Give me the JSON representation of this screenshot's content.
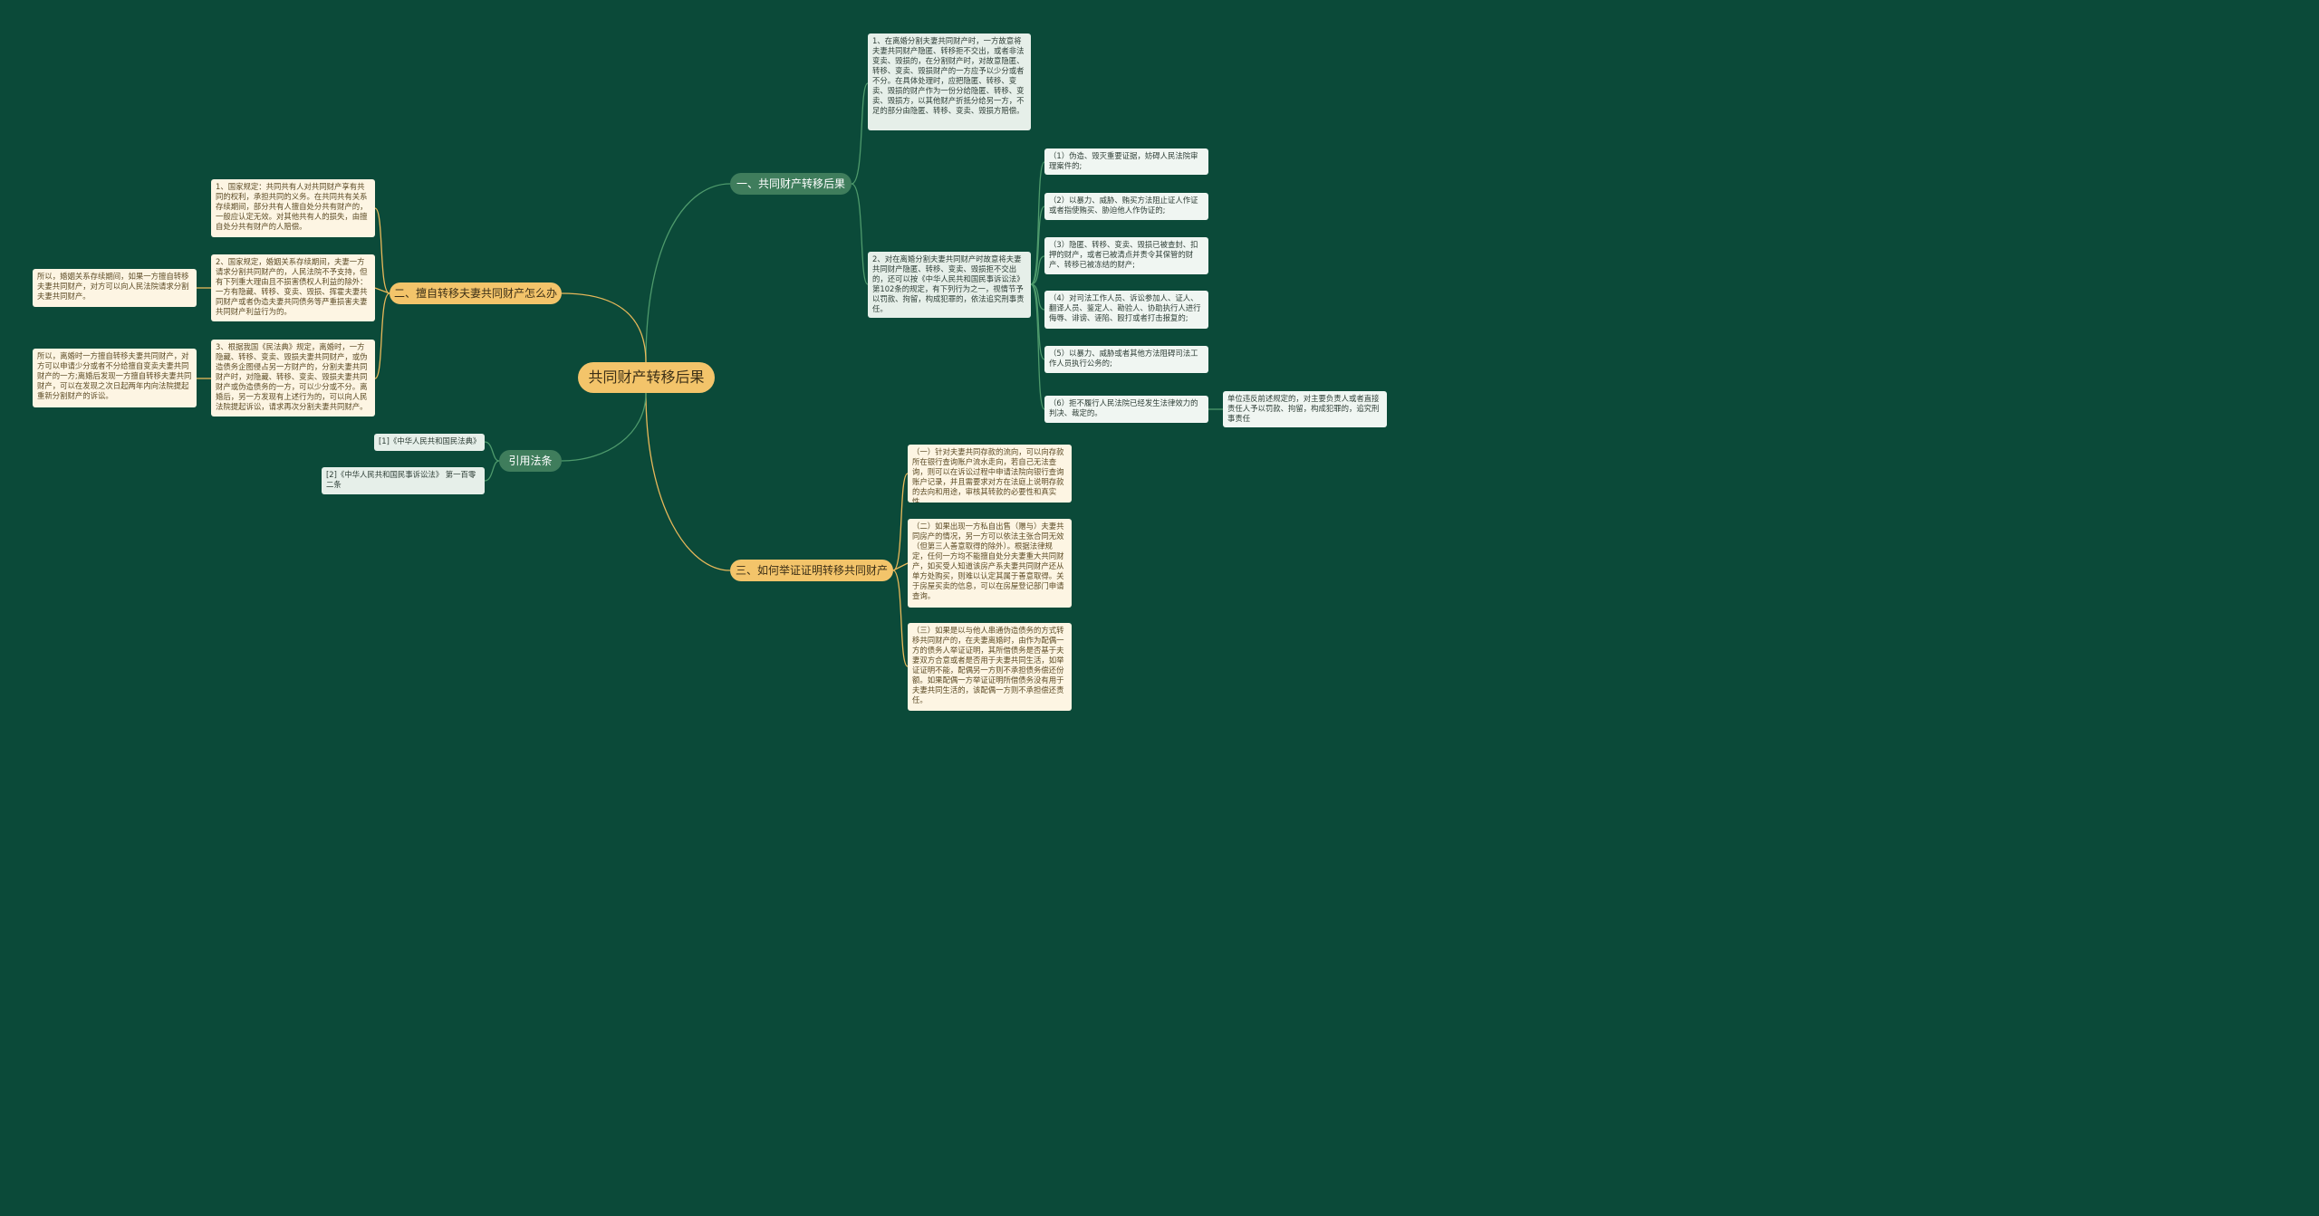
{
  "root": {
    "label": "共同财产转移后果"
  },
  "branches": {
    "b1": {
      "label": "一、共同财产转移后果"
    },
    "b2": {
      "label": "二、擅自转移夫妻共同财产怎么办"
    },
    "b3": {
      "label": "三、如何举证证明转移共同财产"
    },
    "b4": {
      "label": "引用法条"
    }
  },
  "leaves": {
    "b1_1": "1、在离婚分割夫妻共同财产时，一方故意将夫妻共同财产隐匿、转移拒不交出，或者非法变卖、毁损的，在分割财产时，对故意隐匿、转移、变卖、毁损财产的一方应予以少分或者不分。在具体处理时，应把隐匿、转移、变卖、毁损的财产作为一份分给隐匿、转移、变卖、毁损方，以其他财产折抵分给另一方，不足的部分由隐匿、转移、变卖、毁损方赔偿。",
    "b1_2": "2、对在离婚分割夫妻共同财产时故意将夫妻共同财产隐匿、转移、变卖、毁损拒不交出的，还可以按《中华人民共和国民事诉讼法》第102条的规定，有下列行为之一，视情节予以罚款、拘留，构成犯罪的，依法追究刑事责任。",
    "b1_2_1": "（1）伪造、毁灭重要证据，妨碍人民法院审理案件的;",
    "b1_2_2": "（2）以暴力、威胁、贿买方法阻止证人作证或者指使贿买、胁迫他人作伪证的;",
    "b1_2_3": "（3）隐匿、转移、变卖、毁损已被查封、扣押的财产，或者已被清点并责令其保管的财产、转移已被冻结的财产;",
    "b1_2_4": "（4）对司法工作人员、诉讼参加人、证人、翻译人员、鉴定人、勘验人、协助执行人进行侮辱、诽谤、诬陷、殴打或者打击报复的;",
    "b1_2_5": "（5）以暴力、威胁或者其他方法阻碍司法工作人员执行公务的;",
    "b1_2_6": "（6）拒不履行人民法院已经发生法律效力的判决、裁定的。",
    "b1_2_6_1": "单位违反前述规定的，对主要负责人或者直接责任人予以罚款、拘留，构成犯罪的，追究刑事责任",
    "b2_1": "1、国家规定：共同共有人对共同财产享有共同的权利，承担共同的义务。在共同共有关系存续期间，部分共有人擅自处分共有财产的，一般应认定无效。对其他共有人的损失，由擅自处分共有财产的人赔偿。",
    "b2_2": "2、国家规定，婚姻关系存续期间，夫妻一方请求分割共同财产的，人民法院不予支持，但有下列重大理由且不损害债权人利益的除外：一方有隐藏、转移、变卖、毁损、挥霍夫妻共同财产或者伪造夫妻共同债务等严重损害夫妻共同财产利益行为的。",
    "b2_2_1": "所以，婚姻关系存续期间，如果一方擅自转移夫妻共同财产，对方可以向人民法院请求分割夫妻共同财产。",
    "b2_3": "3、根据我国《民法典》规定，离婚时，一方隐藏、转移、变卖、毁损夫妻共同财产，或伪造债务企图侵占另一方财产的，分割夫妻共同财产时，对隐藏、转移、变卖、毁损夫妻共同财产或伪造债务的一方，可以少分或不分。离婚后，另一方发现有上述行为的，可以向人民法院提起诉讼，请求再次分割夫妻共同财产。",
    "b2_3_1": "所以，离婚时一方擅自转移夫妻共同财产，对方可以申请少分或者不分给擅自变卖夫妻共同财产的一方;离婚后发现一方擅自转移夫妻共同财产，可以在发现之次日起两年内向法院提起重新分割财产的诉讼。",
    "b3_1": "（一）针对夫妻共同存款的流向，可以向存款所在银行查询账户流水走向，若自己无法查询，则可以在诉讼过程中申请法院向银行查询账户记录，并且需要求对方在法庭上说明存款的去向和用途，审核其转款的必要性和真实性。",
    "b3_2": "（二）如果出现一方私自出售（赠与）夫妻共同房产的情况，另一方可以依法主张合同无效（但第三人善意取得的除外）。根据法律规定，任何一方均不能擅自处分夫妻重大共同财产，如买受人知道该房产系夫妻共同财产还从单方处购买，则难以认定其属于善意取得。关于房屋买卖的信息，可以在房屋登记部门申请查询。",
    "b3_3": "（三）如果是以与他人串通伪造债务的方式转移共同财产的，在夫妻离婚时，由作为配偶一方的债务人举证证明，其所借债务是否基于夫妻双方合意或者是否用于夫妻共同生活，如举证证明不能，配偶另一方则不承担债务偿还份额。如果配偶一方举证证明所借债务没有用于夫妻共同生活的，该配偶一方则不承担偿还责任。",
    "b4_1": "[1]《中华人民共和国民法典》",
    "b4_2": "[2]《中华人民共和国民事诉讼法》 第一百零二条"
  },
  "colors": {
    "background": "#0b4a39",
    "orange_node": "#f3c46a",
    "green_node": "#3f7d5c",
    "link_orange": "#e8b85a",
    "link_green": "#4e9a6c"
  }
}
